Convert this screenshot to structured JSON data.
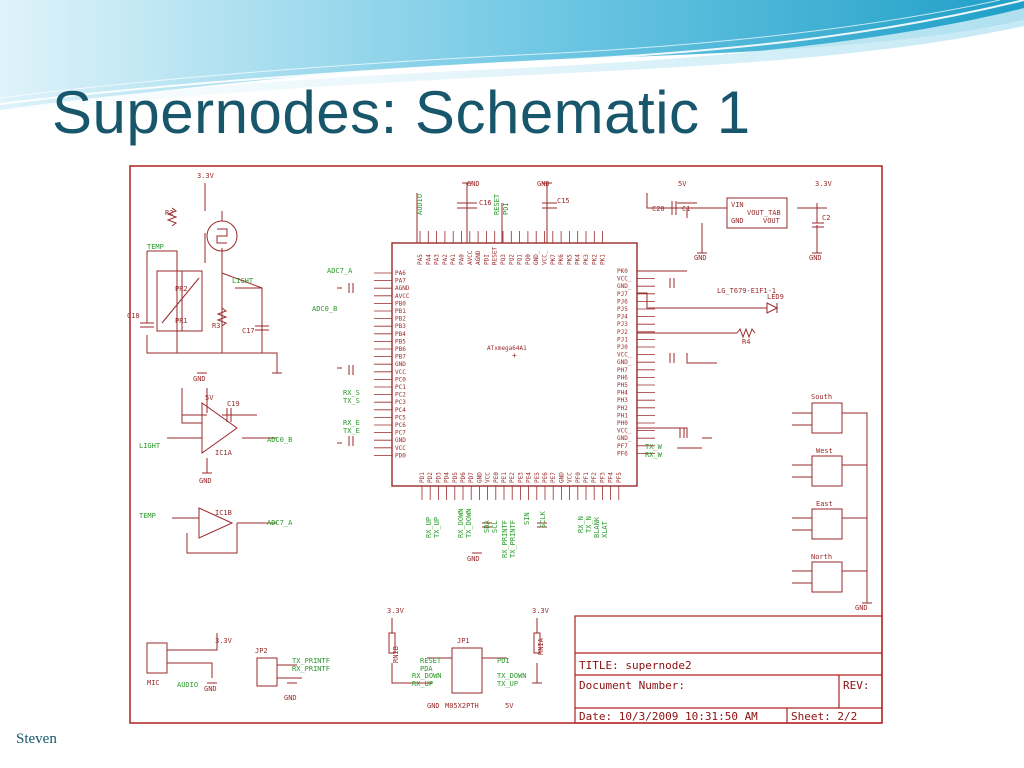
{
  "slide": {
    "title": "Supernodes: Schematic 1",
    "author": "Steven"
  },
  "colors": {
    "title": "#17566b",
    "frame": "#b02020",
    "net": "#2a9a2a",
    "part": "#9a2a2a",
    "wave_dark": "#1f9fc7",
    "wave_light": "#bfe7f4"
  },
  "schematic": {
    "chip_name": "ATxmega64A1",
    "title_block": {
      "title": "TITLE: supernode2",
      "doc_number": "Document Number:",
      "rev": "REV:",
      "date": "Date: 10/3/2009 10:31:50 AM",
      "sheet": "Sheet: 2/2"
    },
    "labels": {
      "v33a": "3.3V",
      "v33b": "3.3V",
      "v33c": "3.3V",
      "v33d": "3.3V",
      "v33e": "3.3V",
      "v5a": "5V",
      "v5b": "5V",
      "v5c": "5V",
      "gnd_a": "GND",
      "gnd_b": "GND",
      "gnd_c": "GND",
      "gnd_d": "GND",
      "gnd_e": "GND",
      "gnd_f": "GND",
      "gnd_g": "GND",
      "gnd_h": "GND",
      "gnd_i": "GND",
      "gnd_j": "GND",
      "gnd_k": "GND",
      "temp1": "TEMP",
      "temp2": "TEMP",
      "light1": "LIGHT",
      "light2": "LIGHT",
      "adc7a1": "ADC7_A",
      "adc7a2": "ADC7_A",
      "adc0b1": "ADC0_B",
      "adc0b2": "ADC0_B",
      "audio1": "AUDIO",
      "audio2": "AUDIO",
      "reset1": "RESET",
      "reset2": "RESET",
      "pdi1": "PDI",
      "pdi2": "PDI",
      "pda": "PDA",
      "c16": "C16",
      "c15": "C15",
      "c20": "C20",
      "c1": "C1",
      "c2": "C2",
      "c17": "C17",
      "c18": "C18",
      "c19": "C19",
      "r2": "R2",
      "r3": "R3",
      "r4": "R4",
      "pr1": "PR1",
      "pr2": "PR2",
      "ic1a": "IC1A",
      "ic1b": "IC1B",
      "vin": "VIN",
      "vout_tab": "VOUT_TAB",
      "vout": "VOUT",
      "reg_gnd": "GND",
      "led_part": "LG_T679-E1F1-1",
      "led9": "LED9",
      "south": "South",
      "west": "West",
      "east": "East",
      "north": "North",
      "mic": "MIC",
      "jp2": "JP2",
      "jp1": "JP1",
      "header_part": "M05X2PTH",
      "tx_printf": "TX_PRINTF",
      "rx_printf": "RX_PRINTF",
      "rx_down": "RX_DOWN",
      "rx_up": "RX_UP",
      "tx_down": "TX_DOWN",
      "tx_up": "TX_UP",
      "rx_s": "RX_S",
      "tx_s": "TX_S",
      "rx_e": "RX_E",
      "tx_e": "TX_E",
      "tx_w": "TX_W",
      "rx_w": "RX_W",
      "rnib": "RNIB",
      "rnia": "RNIA",
      "sin": "SIN",
      "sclk": "SCLK",
      "sda": "SDA",
      "scl": "SCL",
      "rx_n": "RX_N",
      "tx_n": "TX_N",
      "blank": "BLANK",
      "xlat": "XLAT"
    },
    "pins": {
      "left": [
        "PA6",
        "PA7",
        "AGND",
        "AVCC",
        "PB0",
        "PB1",
        "PB2",
        "PB3",
        "PB4",
        "PB5",
        "PB6",
        "PB7",
        "GND",
        "VCC",
        "PC0",
        "PC1",
        "PC2",
        "PC3",
        "PC4",
        "PC5",
        "PC6",
        "PC7",
        "GND",
        "VCC",
        "PD0"
      ],
      "right": [
        "PK0",
        "VCC_",
        "GND_",
        "PJ7",
        "PJ6",
        "PJ5",
        "PJ4",
        "PJ3",
        "PJ2",
        "PJ1",
        "PJ0",
        "VCC_",
        "GND_",
        "PH7",
        "PH6",
        "PH5",
        "PH4",
        "PH3",
        "PH2",
        "PH1",
        "PH0",
        "VCC_",
        "GND_",
        "PF7",
        "PF6"
      ],
      "top": [
        "PA5",
        "PA4",
        "PA3",
        "PA2",
        "PA1",
        "PA0",
        "AVCC",
        "AGND",
        "PDI",
        "RESET",
        "PQ3",
        "PQ2",
        "PQ1",
        "PQ0",
        "GND_",
        "VCC_",
        "PK7",
        "PK6",
        "PK5",
        "PK4",
        "PK3",
        "PK2",
        "PK1"
      ],
      "bottom": [
        "PD1",
        "PD2",
        "PD3",
        "PD4",
        "PD5",
        "PD6",
        "PD7",
        "GND",
        "VCC",
        "PE0",
        "PE1",
        "PE2",
        "PE3",
        "PE4",
        "PE5",
        "PE6",
        "PE7",
        "GND",
        "VCC",
        "PF0",
        "PF1",
        "PF2",
        "PF3",
        "PF4",
        "PF5"
      ]
    }
  }
}
